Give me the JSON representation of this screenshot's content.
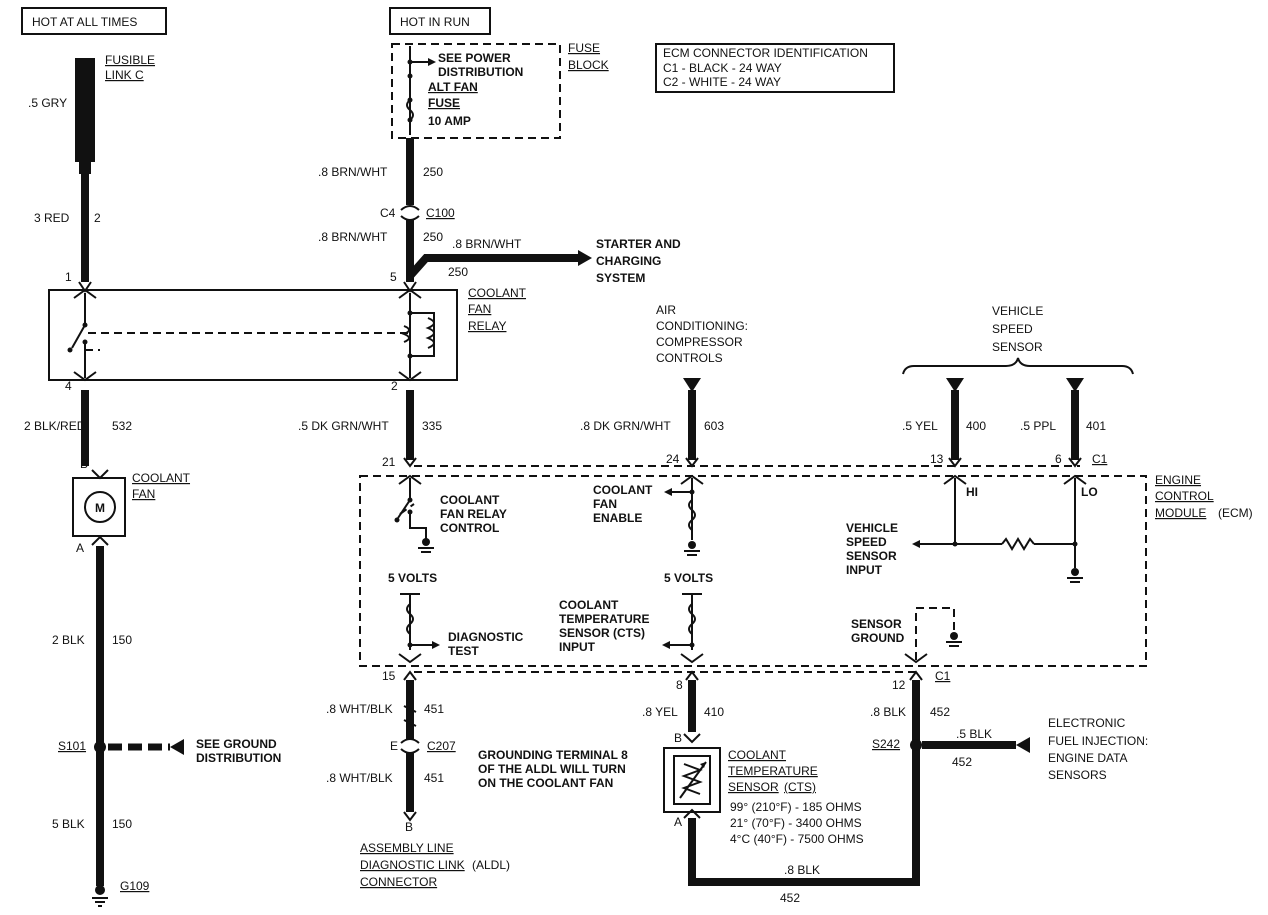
{
  "labels": {
    "hot_at_all_times": "HOT AT ALL TIMES",
    "hot_in_run": "HOT IN RUN",
    "fusible_link_1": "FUSIBLE",
    "fusible_link_2": "LINK C",
    "gry_wire": ".5 GRY",
    "red_wire_size": "3 RED",
    "red_wire_circuit": "2",
    "see_power_1": "SEE POWER",
    "see_power_2": "DISTRIBUTION",
    "alt_fan": "ALT FAN",
    "fuse": "FUSE",
    "fuse_amp": "10 AMP",
    "fuse_block_1": "FUSE",
    "fuse_block_2": "BLOCK",
    "ecm_id_title": "ECM CONNECTOR IDENTIFICATION",
    "ecm_id_c1": "C1 - BLACK - 24 WAY",
    "ecm_id_c2": "C2 - WHITE - 24 WAY",
    "brn_wht": ".8 BRN/WHT",
    "brn_wht_circuit": "250",
    "c4": "C4",
    "c100": "C100",
    "starter_1": "STARTER AND",
    "starter_2": "CHARGING",
    "starter_3": "SYSTEM",
    "pin1": "1",
    "pin5": "5",
    "relay_1": "COOLANT",
    "relay_2": "FAN",
    "relay_3": "RELAY",
    "ac_1": "AIR",
    "ac_2": "CONDITIONING:",
    "ac_3": "COMPRESSOR",
    "ac_4": "CONTROLS",
    "vss_1": "VEHICLE",
    "vss_2": "SPEED",
    "vss_3": "SENSOR",
    "pin4": "4",
    "pin2": "2",
    "blk_red": "2 BLK/RED",
    "blk_red_circuit": "532",
    "dk_grn_wht": ".5 DK GRN/WHT",
    "dk_grn_wht_circuit": "335",
    "dk_grn_wht_8": ".8 DK GRN/WHT",
    "dk_grn_wht_8_circuit": "603",
    "yel_5": ".5 YEL",
    "yel_5_circuit": "400",
    "ppl_5": ".5 PPL",
    "ppl_5_circuit": "401",
    "pinB": "B",
    "pinA": "A",
    "pin21": "21",
    "pin24": "24",
    "pin13": "13",
    "pin6": "6",
    "c1": "C1",
    "fan_1": "COOLANT",
    "fan_2": "FAN",
    "fan_motor": "M",
    "ecm_1": "ENGINE",
    "ecm_2": "CONTROL",
    "ecm_3": "MODULE",
    "ecm_4": "(ECM)",
    "fan_relay_ctrl_1": "COOLANT",
    "fan_relay_ctrl_2": "FAN RELAY",
    "fan_relay_ctrl_3": "CONTROL",
    "fan_enable_1": "COOLANT",
    "fan_enable_2": "FAN",
    "fan_enable_3": "ENABLE",
    "hi": "HI",
    "lo": "LO",
    "vss_input_1": "VEHICLE",
    "vss_input_2": "SPEED",
    "vss_input_3": "SENSOR",
    "vss_input_4": "INPUT",
    "five_volts": "5 VOLTS",
    "cts_input_1": "COOLANT",
    "cts_input_2": "TEMPERATURE",
    "cts_input_3": "SENSOR (CTS)",
    "cts_input_4": "INPUT",
    "diag_1": "DIAGNOSTIC",
    "diag_2": "TEST",
    "sensor_gnd_1": "SENSOR",
    "sensor_gnd_2": "GROUND",
    "blk_2": "2 BLK",
    "blk_circuit": "150",
    "pin15": "15",
    "pin8": "8",
    "pin12": "12",
    "wht_blk": ".8 WHT/BLK",
    "wht_blk_circuit": "451",
    "yel_8": ".8 YEL",
    "yel_8_circuit": "410",
    "blk_8": ".8 BLK",
    "blk_8_circuit": "452",
    "s101": "S101",
    "see_ground_1": "SEE GROUND",
    "see_ground_2": "DISTRIBUTION",
    "pinE": "E",
    "c207": "C207",
    "grounding_1": "GROUNDING TERMINAL 8",
    "grounding_2": "OF THE ALDL WILL TURN",
    "grounding_3": "ON THE COOLANT FAN",
    "cts_1": "COOLANT",
    "cts_2": "TEMPERATURE",
    "cts_3": "SENSOR",
    "cts_4": "(CTS)",
    "cts_r1": "99° (210°F) - 185 OHMS",
    "cts_r2": "21° (70°F) - 3400 OHMS",
    "cts_r3": "4°C (40°F) - 7500 OHMS",
    "s242": "S242",
    "blk_5": ".5 BLK",
    "efi_1": "ELECTRONIC",
    "efi_2": "FUEL INJECTION:",
    "efi_3": "ENGINE DATA",
    "efi_4": "SENSORS",
    "blk_5_ground": "5 BLK",
    "g109": "G109",
    "aldl_1": "ASSEMBLY LINE",
    "aldl_2": "DIAGNOSTIC LINK",
    "aldl_3": "(ALDL)",
    "aldl_4": "CONNECTOR"
  }
}
